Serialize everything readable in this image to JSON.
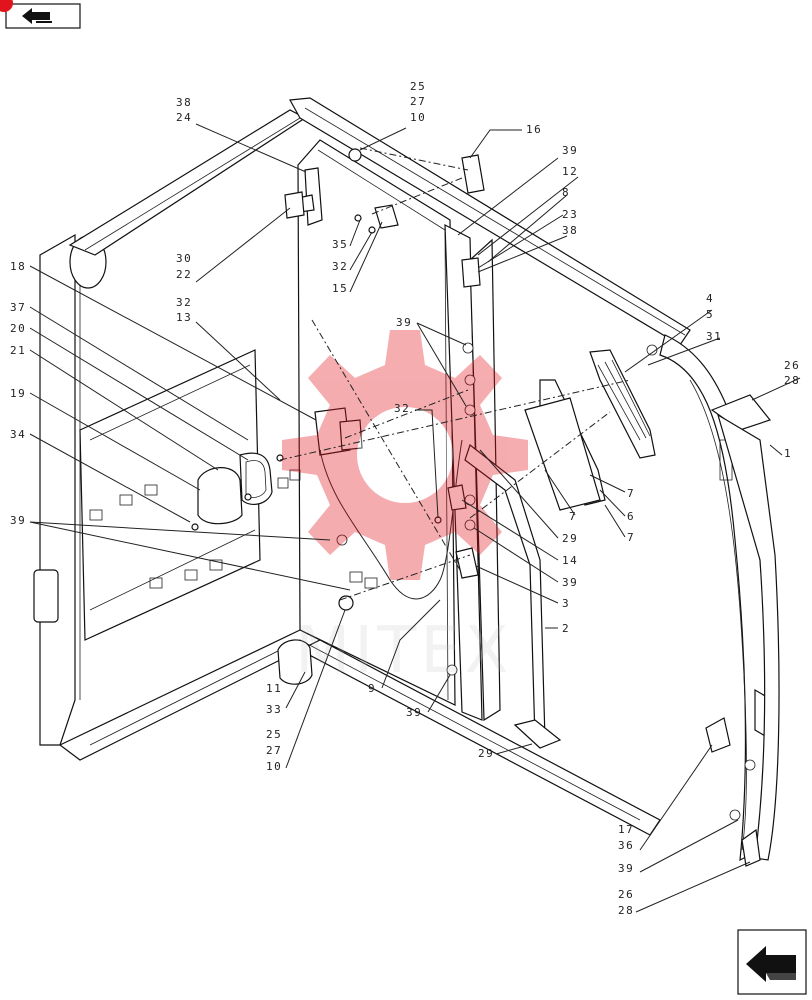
{
  "nav": {
    "badge_color": "#e1141e",
    "prev_icon": "arrow-left-icon",
    "next_icon": "arrow-left-icon"
  },
  "watermark": {
    "text": "MITEX",
    "color": "#e1141e"
  },
  "callouts": {
    "c_25_27_10_top": [
      "25",
      "27",
      "10"
    ],
    "c_38_24": [
      "38",
      "24"
    ],
    "c_16": [
      "16"
    ],
    "c_39_12_8_23_38": [
      "39",
      "12",
      "8",
      "23",
      "38"
    ],
    "c_30_22": [
      "30",
      "22"
    ],
    "c_35_32_15": [
      "35",
      "32",
      "15"
    ],
    "c_18": [
      "18"
    ],
    "c_32_13": [
      "32",
      "13"
    ],
    "c_4_5": [
      "4",
      "5"
    ],
    "c_31": [
      "31"
    ],
    "c_26_28_right": [
      "26",
      "28"
    ],
    "c_1": [
      "1"
    ],
    "c_37_20_21": [
      "37",
      "20",
      "21"
    ],
    "c_19": [
      "19"
    ],
    "c_34": [
      "34"
    ],
    "c_39_upper": [
      "39"
    ],
    "c_32_mid": [
      "32"
    ],
    "c_7_a": [
      "7"
    ],
    "c_7_b": [
      "7"
    ],
    "c_6": [
      "6"
    ],
    "c_7_c": [
      "7"
    ],
    "c_29_mid": [
      "29"
    ],
    "c_14": [
      "14"
    ],
    "c_39_mid": [
      "39"
    ],
    "c_3": [
      "3"
    ],
    "c_2": [
      "2"
    ],
    "c_39_left": [
      "39"
    ],
    "c_9": [
      "9"
    ],
    "c_39_low": [
      "39"
    ],
    "c_11_33": [
      "11",
      "33"
    ],
    "c_25_27_10_low": [
      "25",
      "27",
      "10"
    ],
    "c_29_low": [
      "29"
    ],
    "c_17_36_39": [
      "17",
      "36",
      "39"
    ],
    "c_26_28_low": [
      "26",
      "28"
    ]
  }
}
